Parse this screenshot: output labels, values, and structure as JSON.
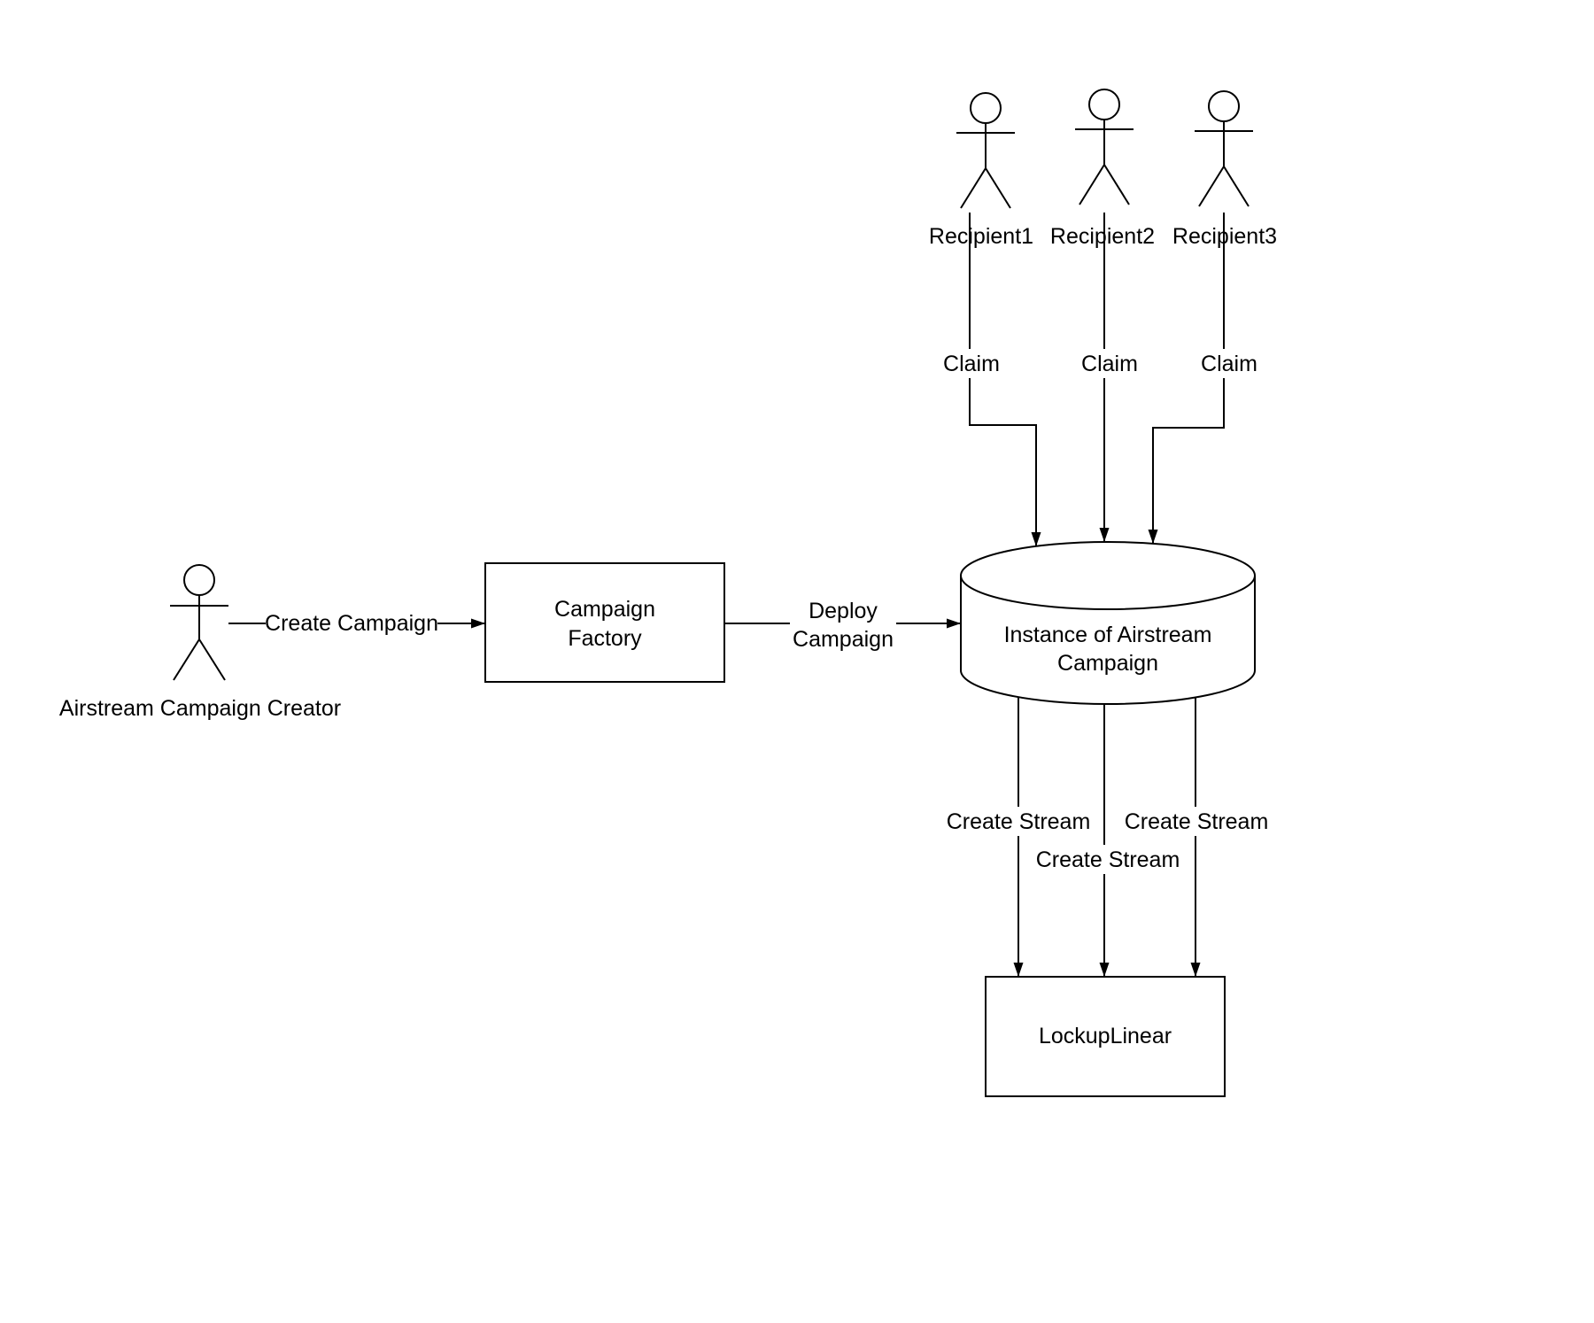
{
  "diagram": {
    "background": "#ffffff",
    "stroke_color": "#000000",
    "actors": {
      "creator": "Airstream Campaign Creator",
      "recipient1": "Recipient1",
      "recipient2": "Recipient2",
      "recipient3": "Recipient3"
    },
    "nodes": {
      "campaign_factory": {
        "line1": "Campaign",
        "line2": "Factory"
      },
      "airstream_instance": {
        "line1": "Instance of Airstream",
        "line2": "Campaign"
      },
      "lockup_linear": "LockupLinear"
    },
    "edges": {
      "create_campaign": "Create Campaign",
      "deploy": {
        "line1": "Deploy",
        "line2": "Campaign"
      },
      "claim1": "Claim",
      "claim2": "Claim",
      "claim3": "Claim",
      "create_stream_left": "Create Stream",
      "create_stream_middle": "Create Stream",
      "create_stream_right": "Create Stream"
    }
  }
}
